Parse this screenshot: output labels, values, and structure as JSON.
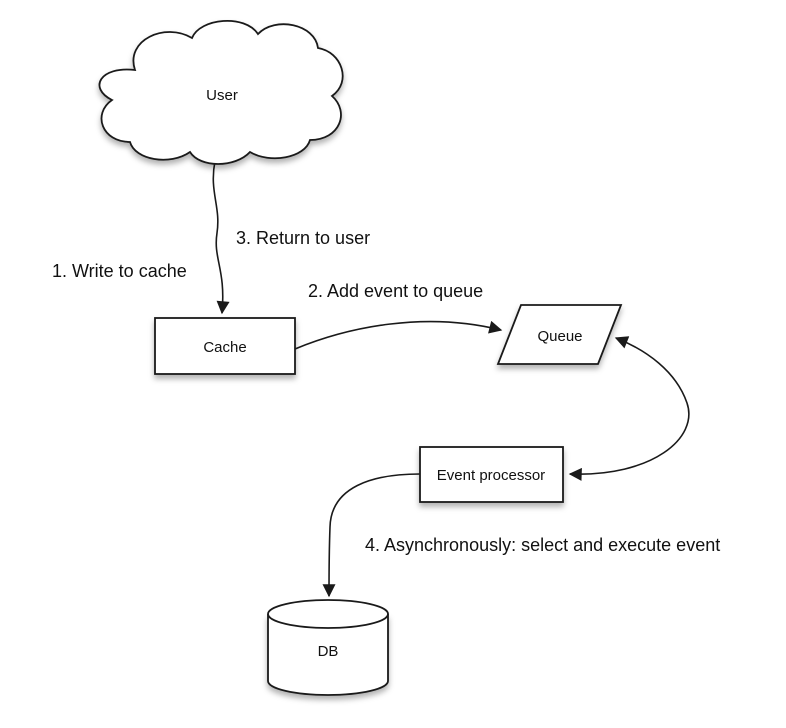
{
  "diagram": {
    "type": "flowchart",
    "colors": {
      "background": "#ffffff",
      "shape_fill": "#ffffff",
      "stroke": "#1a1a1a",
      "text": "#111111",
      "shadow": "rgba(0,0,0,0.30)"
    },
    "nodes": {
      "user": {
        "label": "User",
        "shape": "cloud"
      },
      "cache": {
        "label": "Cache",
        "shape": "rectangle"
      },
      "queue": {
        "label": "Queue",
        "shape": "parallelogram"
      },
      "event_processor": {
        "label": "Event processor",
        "shape": "rectangle"
      },
      "db": {
        "label": "DB",
        "shape": "cylinder"
      }
    },
    "steps": {
      "step1": {
        "label": "1. Write to cache",
        "from": "user",
        "to": "cache"
      },
      "step2": {
        "label": "2. Add event to queue",
        "from": "cache",
        "to": "queue"
      },
      "step3": {
        "label": "3. Return to user",
        "from": "cache",
        "to": "user"
      },
      "step4": {
        "label": "4. Asynchronously: select and execute event",
        "from": "event_processor",
        "to": "db"
      }
    },
    "edges": [
      {
        "from": "user",
        "to": "cache",
        "arrow": "single-down"
      },
      {
        "from": "cache",
        "to": "queue",
        "arrow": "single-right"
      },
      {
        "from": "queue",
        "to": "event_processor",
        "arrow": "double"
      },
      {
        "from": "event_processor",
        "to": "db",
        "arrow": "single-down"
      }
    ]
  }
}
